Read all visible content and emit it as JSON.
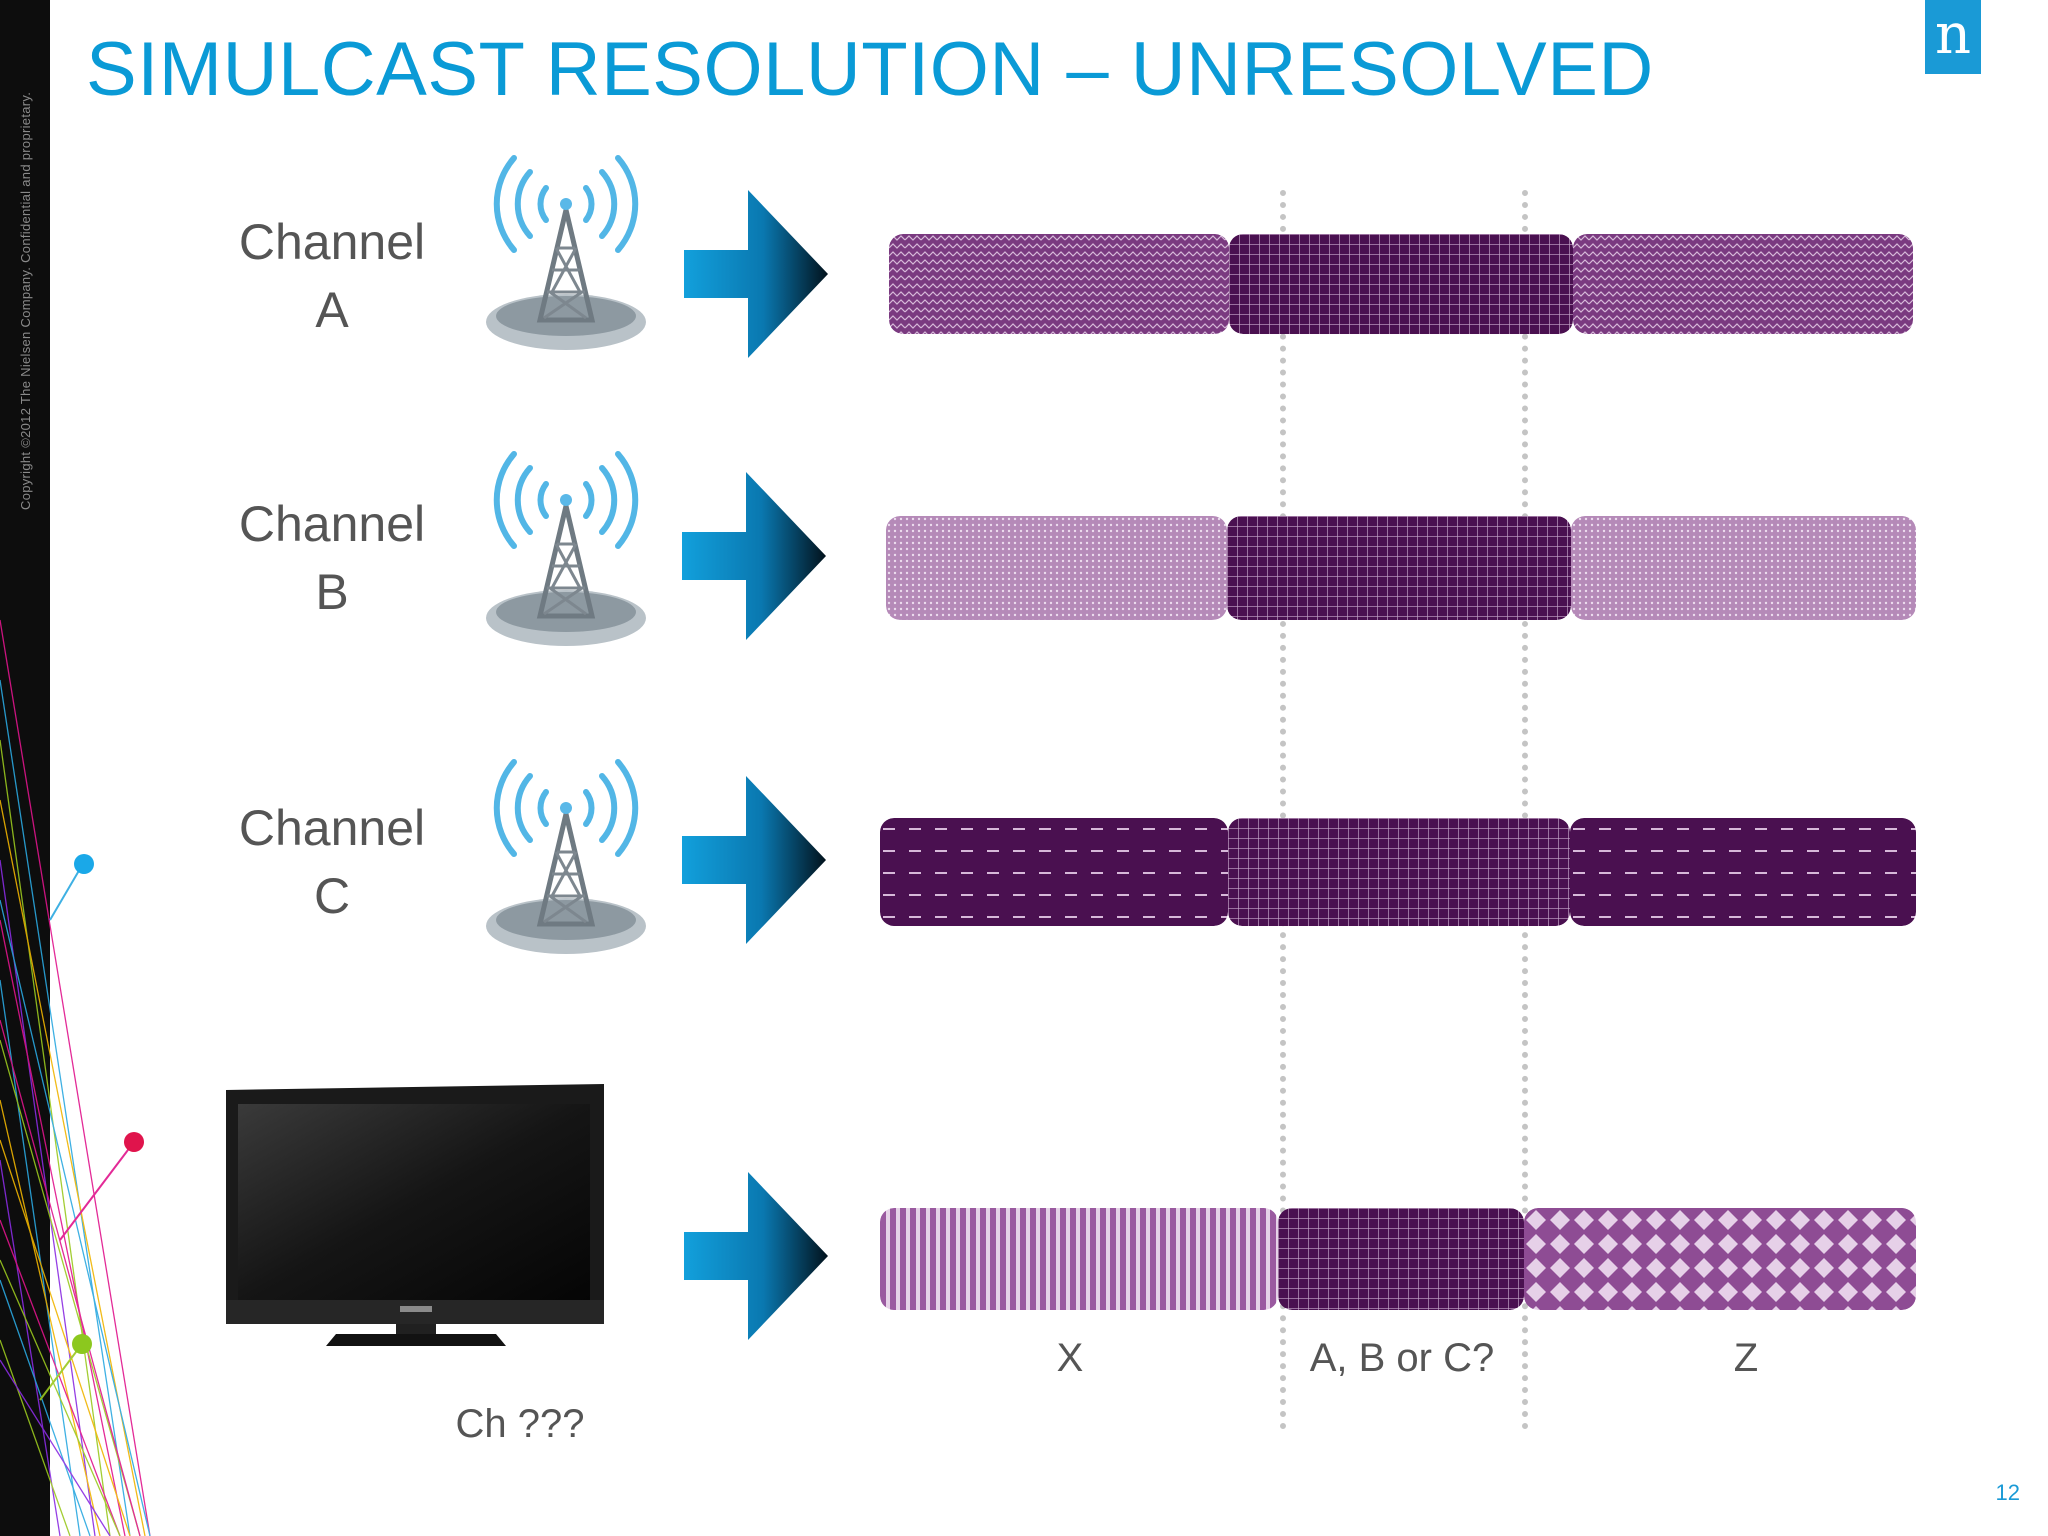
{
  "slide": {
    "title": "SIMULCAST RESOLUTION – UNRESOLVED",
    "copyright": "Copyright ©2012 The Nielsen Company. Confidential and proprietary.",
    "logo_letter": "n",
    "page_number": "12"
  },
  "channels": [
    {
      "name": "Channel",
      "letter": "A"
    },
    {
      "name": "Channel",
      "letter": "B"
    },
    {
      "name": "Channel",
      "letter": "C"
    }
  ],
  "tv": {
    "label": "Ch ???"
  },
  "timeline_labels": [
    "X",
    "A, B or C?",
    "Z"
  ],
  "colors": {
    "title_blue": "#0a9ad6",
    "segment_dark": "#4a1050",
    "segment_mid": "#7a3a80",
    "segment_light": "#b58ab8",
    "arrow_blue": "#12a0dc"
  },
  "icons": [
    "broadcast-tower-icon",
    "right-arrow-icon",
    "television-icon"
  ]
}
